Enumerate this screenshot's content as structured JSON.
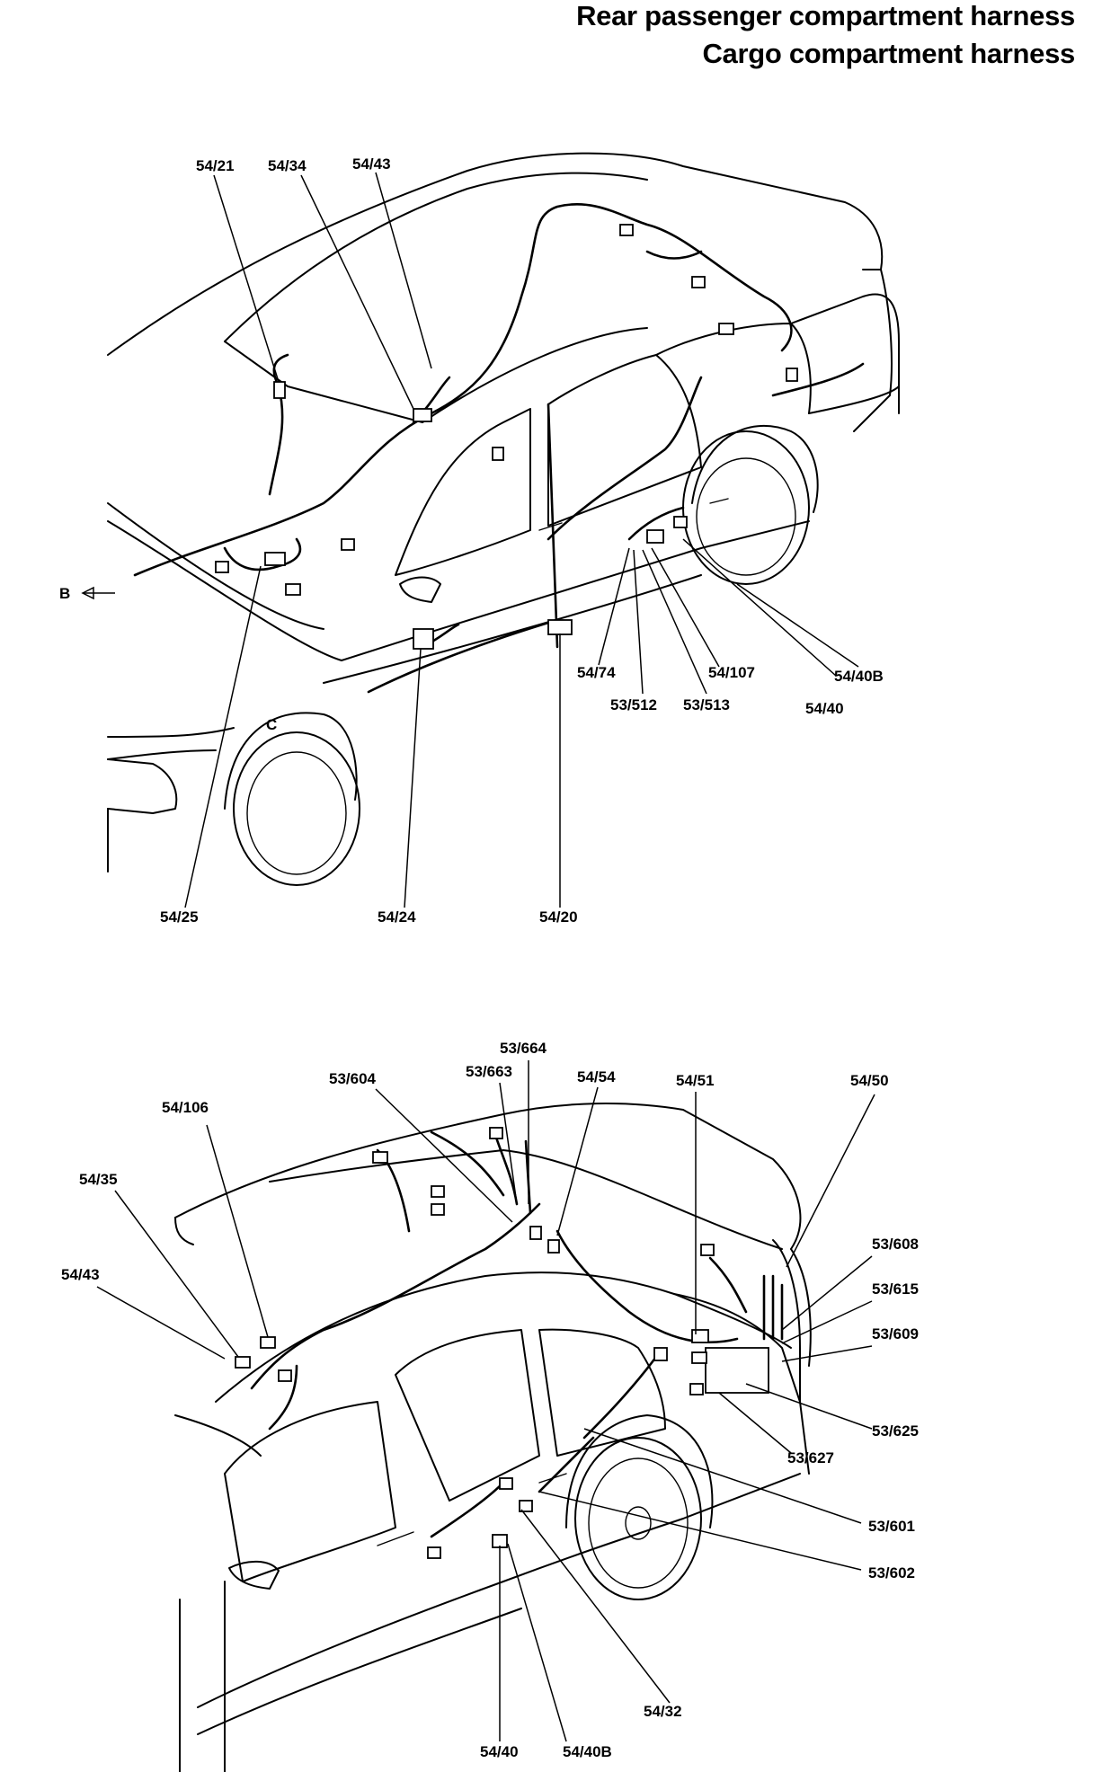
{
  "titles": {
    "line1": "Rear passenger compartment harness",
    "line2": "Cargo compartment harness"
  },
  "top_diagram": {
    "labels": [
      "54/21",
      "54/34",
      "54/43",
      "B",
      "C",
      "54/74",
      "53/512",
      "53/513",
      "54/107",
      "54/40B",
      "54/40",
      "54/25",
      "54/24",
      "54/20"
    ]
  },
  "bottom_diagram": {
    "labels": [
      "53/664",
      "53/663",
      "53/604",
      "54/54",
      "54/51",
      "54/50",
      "54/106",
      "54/35",
      "54/43",
      "53/608",
      "53/615",
      "53/609",
      "53/625",
      "53/627",
      "53/601",
      "53/602",
      "54/32",
      "54/40",
      "54/40B"
    ]
  }
}
